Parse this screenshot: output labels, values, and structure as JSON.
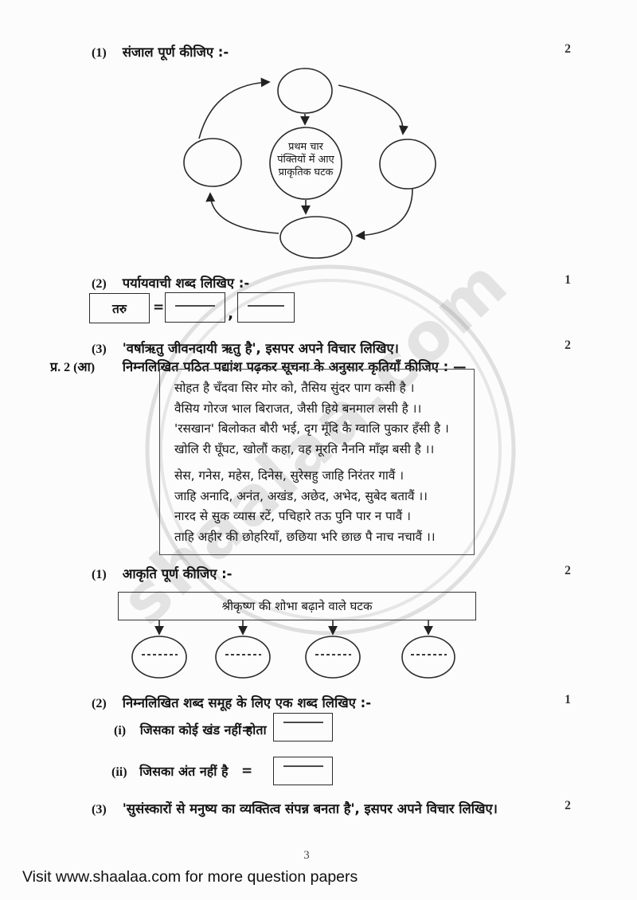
{
  "q1": {
    "num": "(1)",
    "title": "संजाल पूर्ण कीजिए :-",
    "marks": "2"
  },
  "web_diagram": {
    "center_line1": "प्रथम चार",
    "center_line2": "पंक्तियों में आए",
    "center_line3": "प्राकृतिक घटक"
  },
  "q2": {
    "num": "(2)",
    "title": "पर्यायवाची शब्द लिखिए :-",
    "marks": "1",
    "word": "तरु",
    "equals": "=",
    "comma": ","
  },
  "q3": {
    "num": "(3)",
    "title": "'वर्षाऋतु जीवनदायी ऋतु है', इसपर अपने विचार लिखिए।",
    "marks": "2"
  },
  "q2a": {
    "num": "प्र. 2 (आ)",
    "title": "निम्नलिखित पठित पद्यांश पढ़कर सूचना के अनुसार कृतियाँ कीजिए : —"
  },
  "poem": {
    "stanza1": [
      "सोहत है चँदवा सिर मोर को, तैसिय सुंदर पाग कसी है ।",
      "वैसिय गोरज भाल बिराजत, जैसी हिये बनमाल लसी है ।।",
      "'रसखान' बिलोकत बौरी भई, दृग मूँदि कै ग्वालि पुकार हँसी है ।",
      "खोलि री घूँघट, खोलौं कहा, वह मूरति नैननि माँझ बसी है ।।"
    ],
    "stanza2": [
      "सेस, गनेस, महेस, दिनेस, सुरेसहु जाहि निरंतर गावैं ।",
      "जाहि अनादि, अनंत, अखंड, अछेद, अभेद, सुबेद बतावैं ।।",
      "नारद से सुक व्यास रटें, पचिहारे तऊ पुनि पार न पावैं ।",
      "ताहि अहीर की छोहरियाँ, छछिया भरि छाछ पै नाच नचावैं ।।"
    ]
  },
  "a1": {
    "num": "(1)",
    "title": "आकृति पूर्ण कीजिए :-",
    "marks": "2",
    "flow_title": "श्रीकृष्ण की शोभा बढ़ाने वाले घटक"
  },
  "a2": {
    "num": "(2)",
    "title": "निम्नलिखित शब्द समूह के लिए एक शब्द लिखिए :-",
    "marks": "1",
    "items": [
      {
        "num": "(i)",
        "text": "जिसका कोई खंड नहीं होता",
        "equals": "="
      },
      {
        "num": "(ii)",
        "text": "जिसका अंत नहीं है",
        "equals": "="
      }
    ]
  },
  "a3": {
    "num": "(3)",
    "title": "'सुसंस्कारों से मनुष्य का व्यक्तित्व संपन्न बनता है', इसपर अपने विचार लिखिए।",
    "marks": "2"
  },
  "footer": {
    "page_number": "3",
    "visit_text": "Visit www.shaalaa.com for more question papers"
  },
  "watermark": {
    "text": "shaalaa.com"
  }
}
